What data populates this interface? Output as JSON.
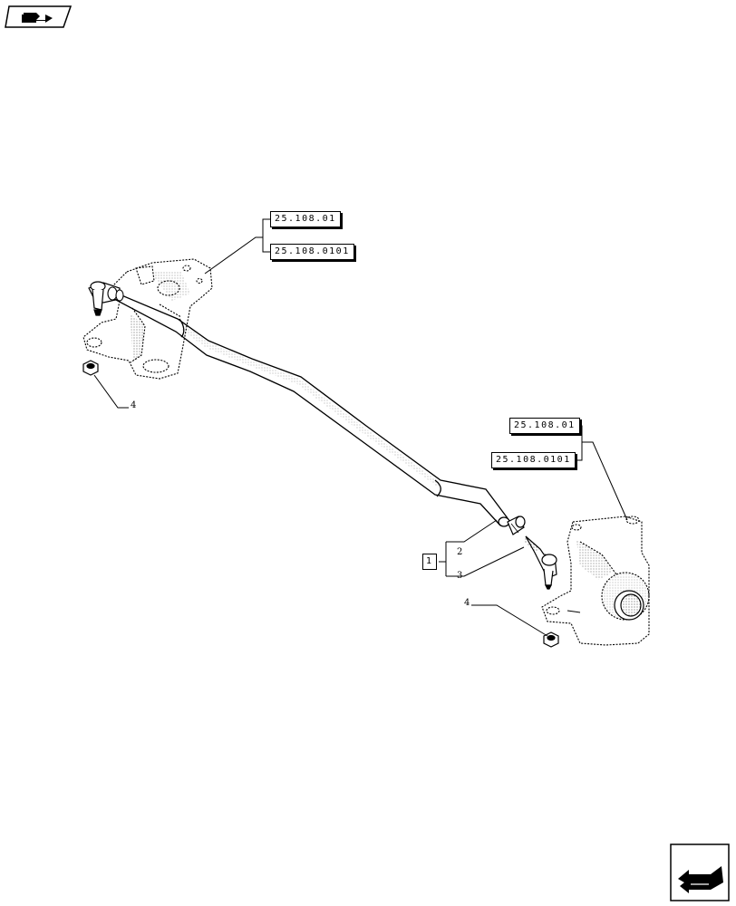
{
  "references": {
    "top_left_1": "25.108.01",
    "top_left_2": "25.108.0101",
    "right_1": "25.108.01",
    "right_2": "25.108.0101"
  },
  "callouts": {
    "group_box": "1",
    "item_2": "2",
    "item_3": "3",
    "item_4_left": "4",
    "item_4_right": "4"
  },
  "navigation": {
    "top_icon": "folder-arrow-icon",
    "bottom_icon": "next-page-arrow-icon"
  }
}
